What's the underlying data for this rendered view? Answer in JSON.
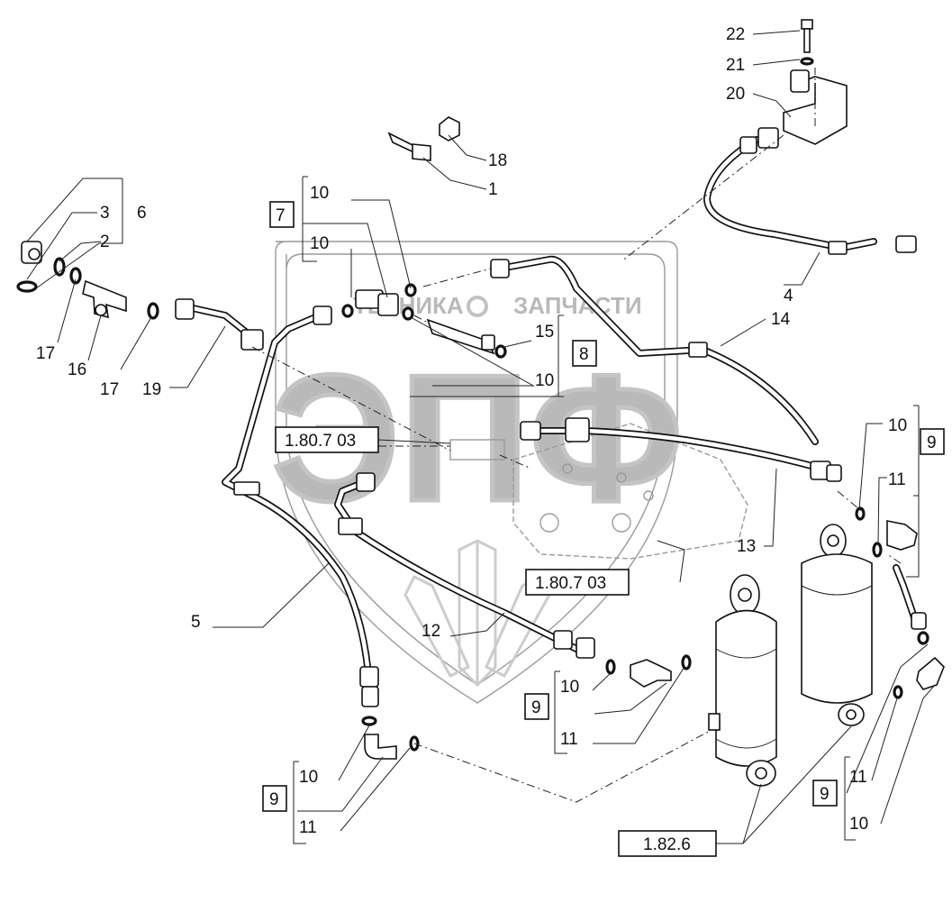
{
  "watermark": {
    "brand": "ЭПФ",
    "left_word": "ТЕХНИКА",
    "right_word": "ЗАПЧАСТИ",
    "color": "#b9b9b9"
  },
  "callouts": {
    "c22": "22",
    "c21": "21",
    "c20": "20",
    "c18": "18",
    "c1": "1",
    "c3": "3",
    "c6": "6",
    "c2": "2",
    "c17a": "17",
    "c16": "16",
    "c17b": "17",
    "c19": "19",
    "c10a": "10",
    "c10b": "10",
    "c15": "15",
    "c10c": "10",
    "c4": "4",
    "c14": "14",
    "c13": "13",
    "c5": "5",
    "c12": "12",
    "c10d": "10",
    "c11a": "11",
    "c10e": "10",
    "c11b": "11",
    "c10f": "10",
    "c11c": "11",
    "c11d": "11",
    "c10g": "10"
  },
  "boxes": {
    "b7": "7",
    "b8": "8",
    "b9a": "9",
    "b9b": "9",
    "b9c": "9",
    "b9d": "9"
  },
  "references": {
    "r1": "1.80.7 03",
    "r2": "1.80.7 03",
    "r3": "1.82.6"
  },
  "colors": {
    "ink": "#111111",
    "watermark": "#b9b9b9",
    "background": "#ffffff"
  }
}
